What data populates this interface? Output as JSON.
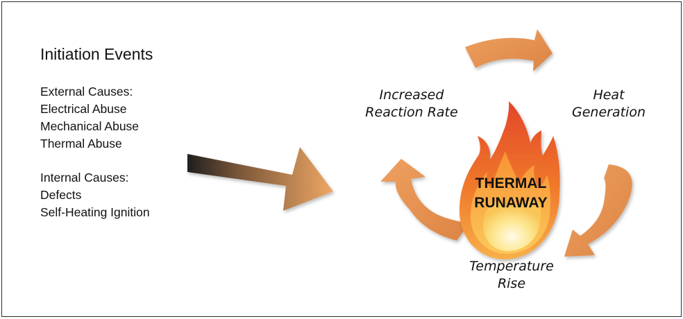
{
  "initiation": {
    "title": "Initiation Events",
    "external_heading": "External Causes:",
    "external_items": [
      "Electrical Abuse",
      "Mechanical Abuse",
      "Thermal Abuse"
    ],
    "internal_heading": "Internal Causes:",
    "internal_items": [
      "Defects",
      "Self-Heating Ignition"
    ]
  },
  "cycle": {
    "reaction_rate": [
      "Increased",
      "Reaction Rate"
    ],
    "heat_generation": [
      "Heat",
      "Generation"
    ],
    "temperature_rise": [
      "Temperature",
      "Rise"
    ],
    "center_label": [
      "THERMAL",
      "RUNAWAY"
    ]
  },
  "colors": {
    "arrow_orange": "#e89a5a",
    "arrow_dark": "#1f1f1f",
    "flame_red": "#e33a23",
    "flame_orange": "#f5872a",
    "flame_yellow": "#fde58a"
  }
}
